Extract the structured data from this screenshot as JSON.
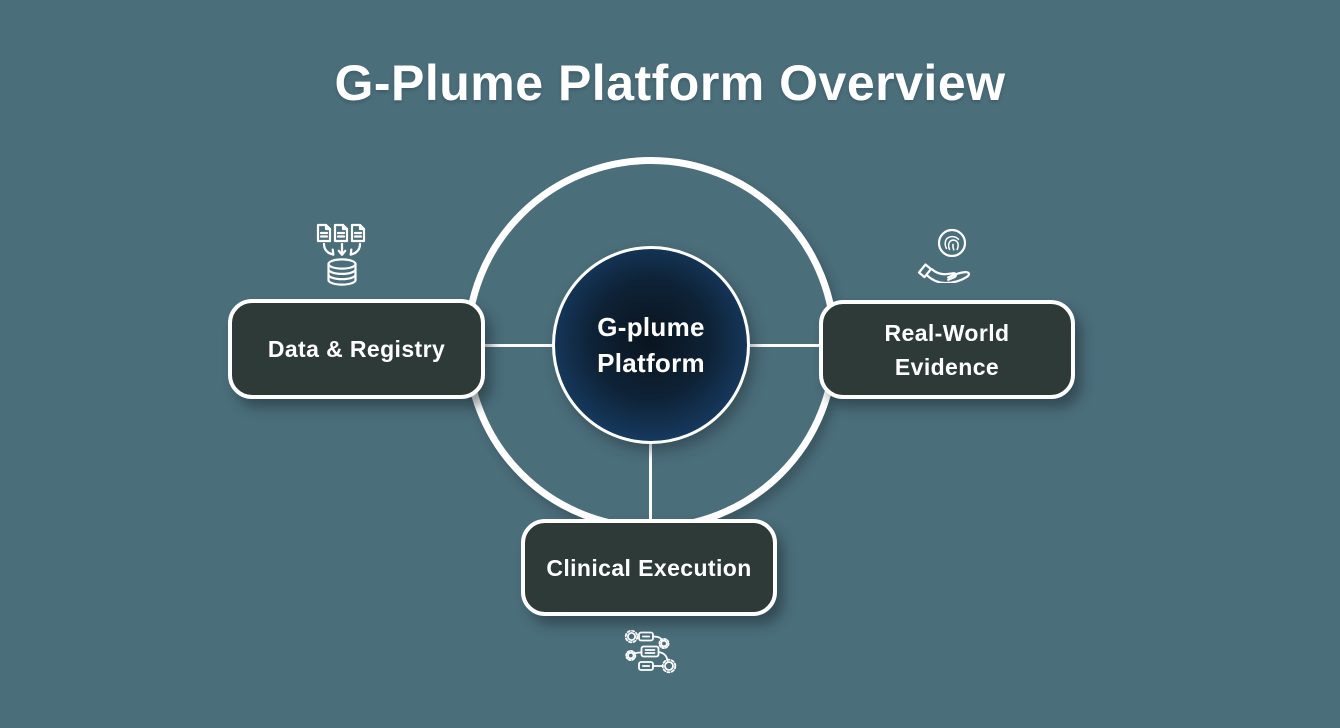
{
  "title": "G-Plume Platform Overview",
  "hub": {
    "line1": "G-plume",
    "line2": "Platform"
  },
  "nodes": {
    "left": {
      "label": "Data & Registry",
      "icon": "documents-to-database-icon"
    },
    "right": {
      "line1": "Real-World",
      "line2": "Evidence",
      "icon": "hand-holding-fingerprint-icon"
    },
    "bottom": {
      "label": "Clinical Execution",
      "icon": "workflow-gears-icon"
    }
  },
  "colors": {
    "background": "#4b6e7b",
    "node_fill": "#2d3a38",
    "hub_gradient_inner": "#0a141f",
    "hub_gradient_outer": "#1d4c7c",
    "stroke_white": "#ffffff",
    "text": "#ffffff"
  }
}
